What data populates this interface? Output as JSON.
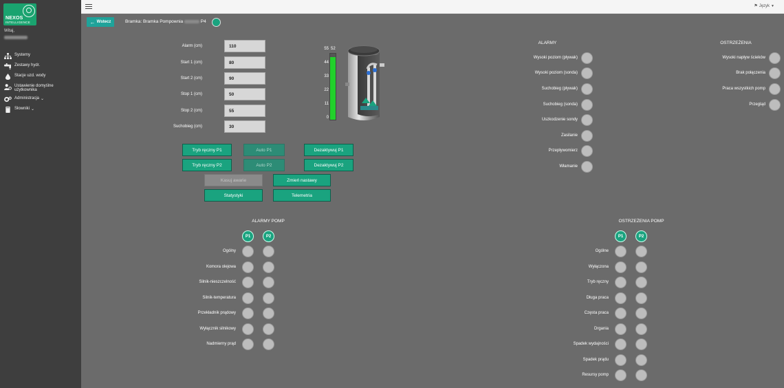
{
  "brand": {
    "name": "NEXOS",
    "sub": "INTELLIGENCE"
  },
  "sidebar": {
    "welcome": "Witaj,",
    "items": [
      {
        "label": "Systemy",
        "icon": "sitemap-icon"
      },
      {
        "label": "Zestawy hydr.",
        "icon": "faucet-icon"
      },
      {
        "label": "Stacje uzd. wody",
        "icon": "water-drop-icon"
      },
      {
        "label": "Ustawienie domyślne użytkownika",
        "icon": "user-gear-icon"
      },
      {
        "label": "Administracja",
        "icon": "gears-icon",
        "chevron": true
      },
      {
        "label": "Słowniki",
        "icon": "book-icon",
        "chevron": true
      }
    ]
  },
  "topbar": {
    "language": "Język"
  },
  "header": {
    "back_label": "Wstecz",
    "gateway_prefix": "Bramka: Bramka Pompownia",
    "gateway_suffix": "P4"
  },
  "params": [
    {
      "label": "Alarm (cm)",
      "value": "110"
    },
    {
      "label": "Start 1 (cm)",
      "value": "80"
    },
    {
      "label": "Start 2 (cm)",
      "value": "90"
    },
    {
      "label": "Stop 1 (cm)",
      "value": "50"
    },
    {
      "label": "Stop 2 (cm)",
      "value": "55"
    },
    {
      "label": "Suchobieg (cm)",
      "value": "30"
    }
  ],
  "buttons": {
    "manual_p1": "Tryb ręczny P1",
    "auto_p1": "Auto P1",
    "deactivate_p1": "Dezaktywuj P1",
    "manual_p2": "Tryb ręczny P2",
    "auto_p2": "Auto P2",
    "deactivate_p2": "Dezaktywuj P2",
    "reset_faults": "Kasuj awarie",
    "change_settings": "Zmień nastawy",
    "statistics": "Statystyki",
    "telemetry": "Telemetria"
  },
  "gauge": {
    "ticks": [
      "55",
      "44",
      "33",
      "22",
      "11",
      "0"
    ],
    "value": "52",
    "level_fraction": 0.945,
    "fill_color": "#22d12b"
  },
  "alarms": {
    "title": "ALARMY",
    "items": [
      "Wysoki poziom (pływak)",
      "Wysoki poziom (sonda)",
      "Suchobieg (pływak)",
      "Suchobieg (sonda)",
      "Uszkodzenie sondy",
      "Zasilanie",
      "Przepływomierz",
      "Włamanie"
    ]
  },
  "warnings": {
    "title": "OSTRZEŻENIA",
    "items": [
      "Wysoki napływ ścieków",
      "Brak połączenia",
      "Praca wszystkich pomp",
      "Przegląd"
    ]
  },
  "pump_alarms": {
    "title": "ALARMY POMP",
    "heads": [
      "P1",
      "P2"
    ],
    "items": [
      "Ogólny",
      "Komora olejowa",
      "Silnik-nieszczelność",
      "Silnik-temperatura",
      "Przekładnik prądowy",
      "Wyłącznik silnikowy",
      "Nadmierny prąd"
    ]
  },
  "pump_warnings": {
    "title": "OSTRZEŻENIA POMP",
    "heads": [
      "P1",
      "P2"
    ],
    "items": [
      "Ogólne",
      "Wyłączona",
      "Tryb ręczny",
      "Długa praca",
      "Częsta praca",
      "Drgania",
      "Spadek wydajności",
      "Spadek prądu",
      "Resursy pomp"
    ]
  },
  "colors": {
    "accent": "#1aa37f",
    "lamp_off": "#bdbdbd",
    "background": "#6b6b6b",
    "sidebar": "#3e3e3e"
  }
}
